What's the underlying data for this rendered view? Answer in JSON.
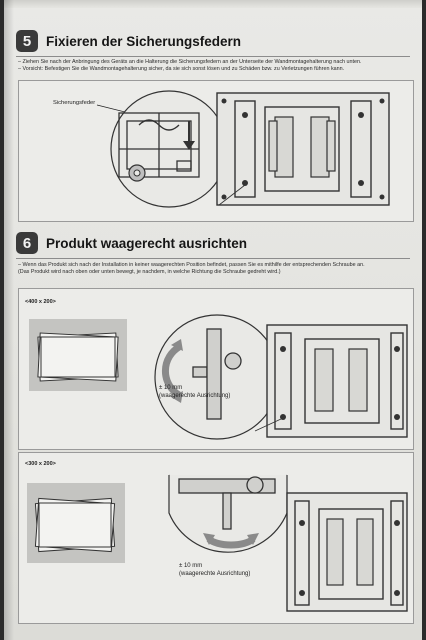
{
  "section5": {
    "number": "5",
    "title": "Fixieren der Sicherungsfedern",
    "bullet_line1": "– Ziehen Sie nach der Anbringung des Geräts an die Halterung die Sicherungsfedern an der Unterseite der Wandmontagehalterung nach unten.",
    "bullet_line2": "– Vorsicht: Befestigen Sie die Wandmontagehalterung sicher, da sie sich sonst lösen und zu Schäden bzw. zu Verletzungen führen kann.",
    "callout_label": "Sicherungsfeder"
  },
  "section6": {
    "number": "6",
    "title": "Produkt waagerecht ausrichten",
    "bullet_line1": "– Wenn das Produkt sich nach der Installation in keiner waagerechten Position befindet, passen Sie es mithilfe der entsprechenden Schraube an.",
    "bullet_line2": "(Das Produkt wird nach oben oder unten bewegt, je nachdem, in welche Richtung die Schraube gedreht wird.)",
    "panel_a": {
      "tag": "<400 x 200>",
      "dim_line1": "± 10 mm",
      "dim_line2": "(waagerechte Ausrichtung)"
    },
    "panel_b": {
      "tag": "<300 x 200>",
      "dim_line1": "± 10 mm",
      "dim_line2": "(waagerechte Ausrichtung)"
    }
  },
  "colors": {
    "paper": "#e7e7e3",
    "ink": "#1a1a1a",
    "badge": "#3a3a3a",
    "tv_gray": "#bdbdbd",
    "arrow_gray": "#8a8a8a"
  }
}
